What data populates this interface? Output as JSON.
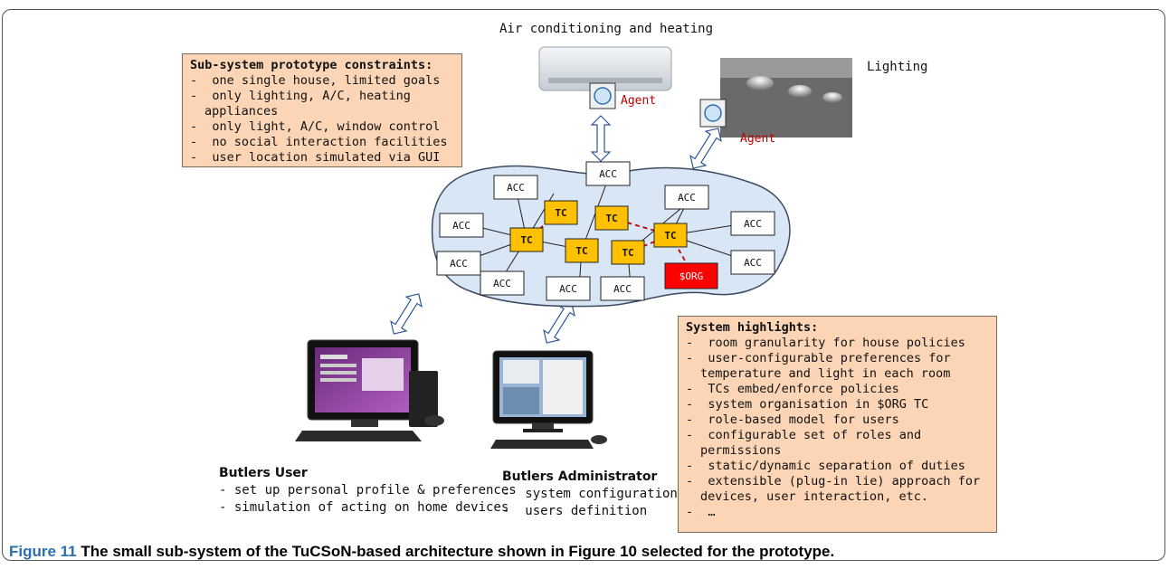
{
  "constraints": {
    "title": "Sub-system prototype constraints:",
    "items": [
      "one single house, limited goals",
      "only lighting, A/C, heating appliances",
      "only light, A/C, window control",
      "no social interaction facilities",
      "user location simulated via GUI"
    ]
  },
  "devices": {
    "ac_label": "Air conditioning and heating",
    "lighting_label": "Lighting",
    "agent_label": "Agent"
  },
  "network": {
    "acc_label": "ACC",
    "tc_label": "TC",
    "org_label": "$ORG"
  },
  "user": {
    "title": "Butlers User",
    "items": [
      "set up personal profile & preferences",
      "simulation of acting on home devices"
    ]
  },
  "admin": {
    "title": "Butlers Administrator",
    "items": [
      " system configuration",
      " users definition"
    ]
  },
  "highlights": {
    "title": "System highlights:",
    "items": [
      "room granularity for house policies",
      "user-configurable preferences for temperature and light in each room",
      "TCs embed/enforce policies",
      "system organisation in $ORG TC",
      "role-based model for users",
      "configurable set of roles and permissions",
      "static/dynamic separation of duties",
      "extensible (plug-in lie) approach for devices, user interaction, etc.",
      "…"
    ]
  },
  "caption": {
    "lead": "Figure 11",
    "text": "The small sub-system of the TuCSoN-based architecture shown in Figure 10 selected for the prototype."
  },
  "colors": {
    "cloud": "#d9e6f5",
    "tc": "#ffc000",
    "org": "#ff0000",
    "note": "#fbd5b5",
    "agent": "#c00000"
  }
}
